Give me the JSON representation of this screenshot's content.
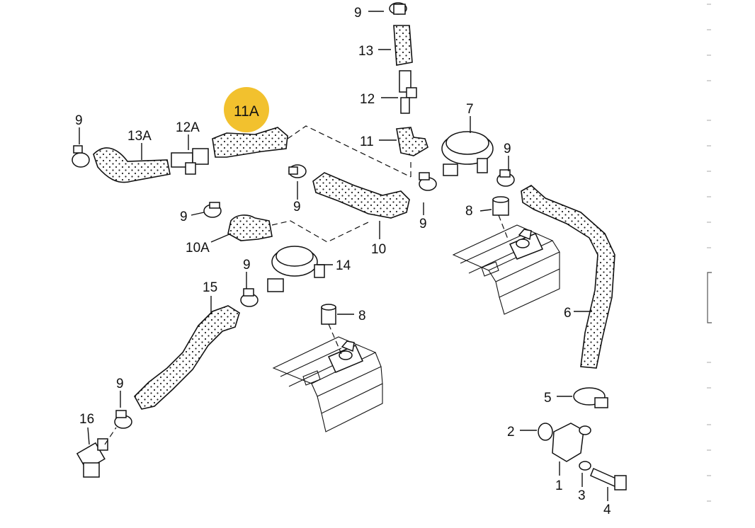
{
  "diagram": {
    "highlight_color": "#f2c12e",
    "callouts": {
      "c9_top": "9",
      "c13": "13",
      "c12": "12",
      "c11": "11",
      "c7": "7",
      "c9_right": "9",
      "c8_right": "8",
      "c9_mid": "9",
      "c9_left": "9",
      "c13a": "13A",
      "c12a": "12A",
      "c11a": "11A",
      "c9_10a": "9",
      "c10a": "10A",
      "c10": "10",
      "c9_hose10": "9",
      "c9_14": "9",
      "c14": "14",
      "c15": "15",
      "c8_left": "8",
      "c6": "6",
      "c5": "5",
      "c9_bottom": "9",
      "c16": "16",
      "c2": "2",
      "c1": "1",
      "c3": "3",
      "c4": "4"
    }
  }
}
